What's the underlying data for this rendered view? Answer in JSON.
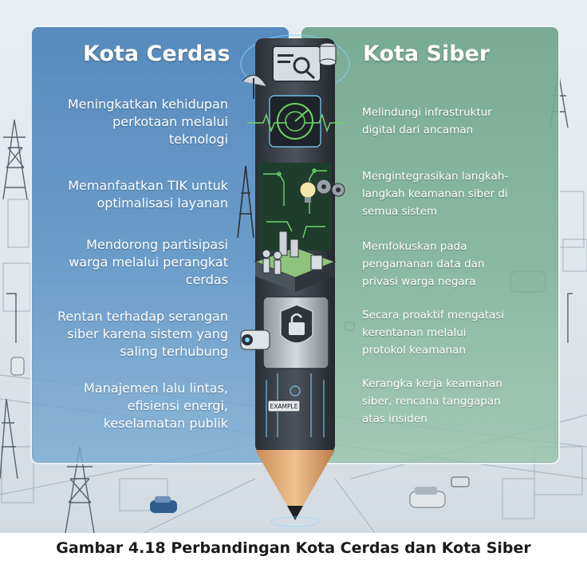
{
  "left_panel": {
    "title": "Kota Cerdas",
    "items": [
      [
        "Meningkatkan kehidupan",
        "perkotaan melalui",
        "teknologi"
      ],
      [
        "Memanfaatkan TIK untuk",
        "optimalisasi layanan"
      ],
      [
        "Mendorong partisipasi",
        "warga melalui perangkat",
        "cerdas"
      ],
      [
        "Rentan terhadap serangan",
        "siber karena sistem yang",
        "saling terhubung"
      ],
      [
        "Manajemen lalu lintas,",
        "efisiensi energi,",
        "keselamatan publik"
      ]
    ]
  },
  "right_panel": {
    "title": "Kota Siber",
    "items": [
      [
        "Melindungi infrastruktur",
        "digital dari ancaman"
      ],
      [
        "Mengintegrasikan langkah-",
        "langkah keamanan siber di",
        "semua sistem"
      ],
      [
        "Memfokuskan pada",
        "pengamanan data dan",
        "privasi warga negara"
      ],
      [
        "Secara proaktif mengatasi",
        "kerentanan melalui",
        "protokol keamanan"
      ],
      [
        "Kerangka kerja keamanan",
        "siber, rencana tanggapan",
        "atas insiden"
      ]
    ]
  },
  "pencil": {
    "example_label": "EXAMPLE"
  },
  "caption": "Gambar 4.18 Perbandingan Kota Cerdas dan Kota Siber",
  "colors": {
    "left_panel": "#4a82b9",
    "right_panel": "#70a58c",
    "circuit": "#6fd36a",
    "glow": "#7fd6ff",
    "pencil_wood": "#e2b07a"
  }
}
